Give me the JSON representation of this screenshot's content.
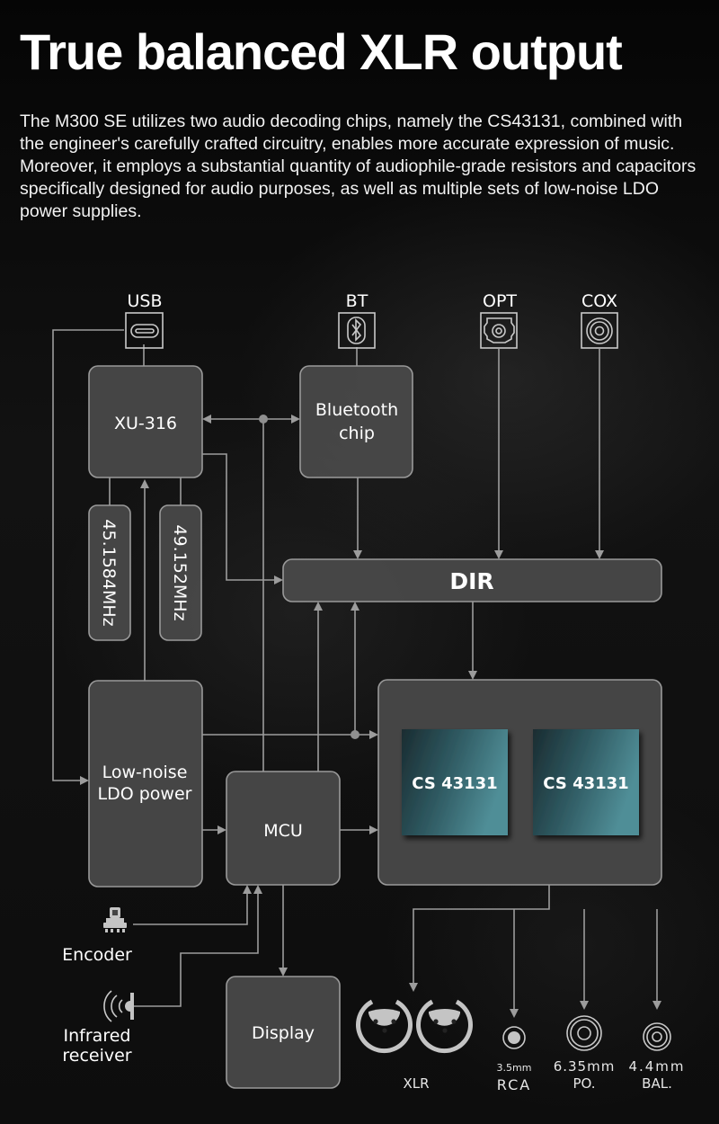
{
  "header": {
    "title": "True balanced XLR output",
    "description": "The M300 SE utilizes two audio decoding chips, namely the CS43131, combined with the engineer's carefully crafted circuitry, enables more accurate expression of music. Moreover, it employs a substantial quantity of audiophile-grade resistors and capacitors specifically designed for audio purposes, as well as multiple sets of low-noise LDO power supplies."
  },
  "inputs": [
    {
      "label": "USB",
      "icon": "usb-c-icon"
    },
    {
      "label": "BT",
      "icon": "bluetooth-icon"
    },
    {
      "label": "OPT",
      "icon": "optical-port-icon"
    },
    {
      "label": "COX",
      "icon": "coaxial-port-icon"
    }
  ],
  "blocks": {
    "xu316": "XU-316",
    "bluetooth_chip": [
      "Bluetooth",
      "chip"
    ],
    "dir": "DIR",
    "clock1": "45.1584MHz",
    "clock2": "49.152MHz",
    "ldo": [
      "Low-noise",
      "LDO power"
    ],
    "mcu": "MCU",
    "display": "Display",
    "dac1": "CS 43131",
    "dac2": "CS 43131"
  },
  "controls": {
    "encoder": "Encoder",
    "infrared": [
      "Infrared",
      "receiver"
    ]
  },
  "outputs": [
    {
      "name": "XLR",
      "label": [
        "XLR"
      ],
      "icon": "xlr-connector-icon"
    },
    {
      "name": "RCA",
      "label": [
        "3.5mm",
        "RCA"
      ],
      "icon": "rca-jack-icon"
    },
    {
      "name": "PO",
      "label": [
        "6.35mm",
        "PO."
      ],
      "icon": "6-35mm-jack-icon"
    },
    {
      "name": "BAL",
      "label": [
        "4.4mm",
        "BAL."
      ],
      "icon": "4-4mm-jack-icon"
    }
  ],
  "colors": {
    "background": "#0b0b0b",
    "block_fill": "#4a4a4a",
    "block_stroke": "#9a9a9a",
    "wire": "#9c9c9c",
    "chip_dark": "#1c3137",
    "chip_light": "#4f8b94"
  }
}
